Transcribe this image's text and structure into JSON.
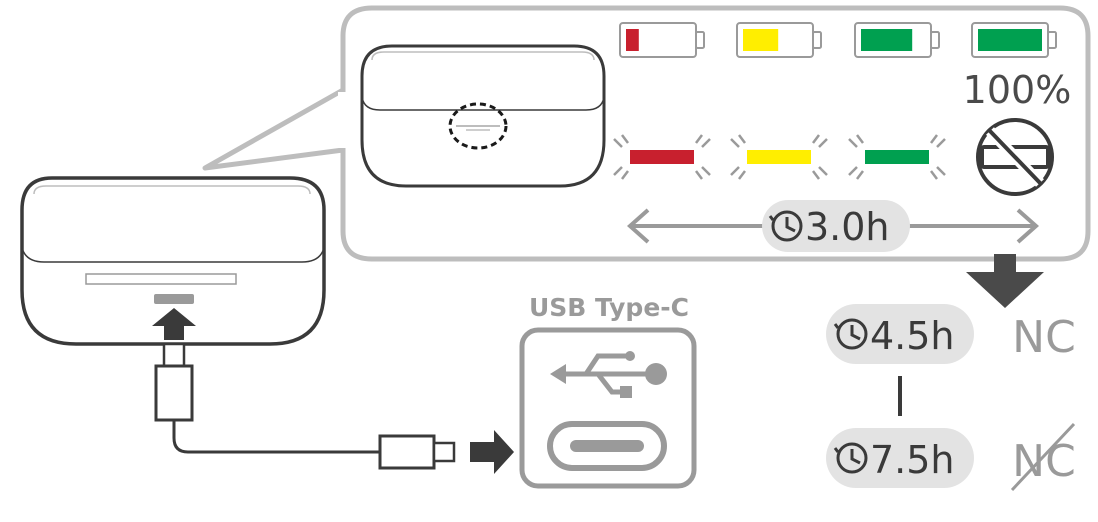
{
  "battery": {
    "full_percent_label": "100%",
    "levels": [
      {
        "state": "low",
        "fill_fraction": 0.2,
        "color": "#c8202e"
      },
      {
        "state": "medium",
        "fill_fraction": 0.55,
        "color": "#ffee00"
      },
      {
        "state": "high",
        "fill_fraction": 0.8,
        "color": "#00a050"
      },
      {
        "state": "full",
        "fill_fraction": 1.0,
        "color": "#00a050"
      }
    ]
  },
  "led": {
    "colors": [
      "#c8202e",
      "#ffee00",
      "#00a050"
    ]
  },
  "charge_time": {
    "case_charge_label": "3.0h"
  },
  "usb": {
    "label": "USB Type-C"
  },
  "playback": {
    "nc_on_time": "4.5h",
    "nc_off_time": "7.5h",
    "nc_label": "NC"
  },
  "colors": {
    "gray_outline": "#bdbdbd",
    "dark_line": "#3a3a3a",
    "pill_bg": "#e3e3e3",
    "text_gray": "#4a4a4a"
  }
}
